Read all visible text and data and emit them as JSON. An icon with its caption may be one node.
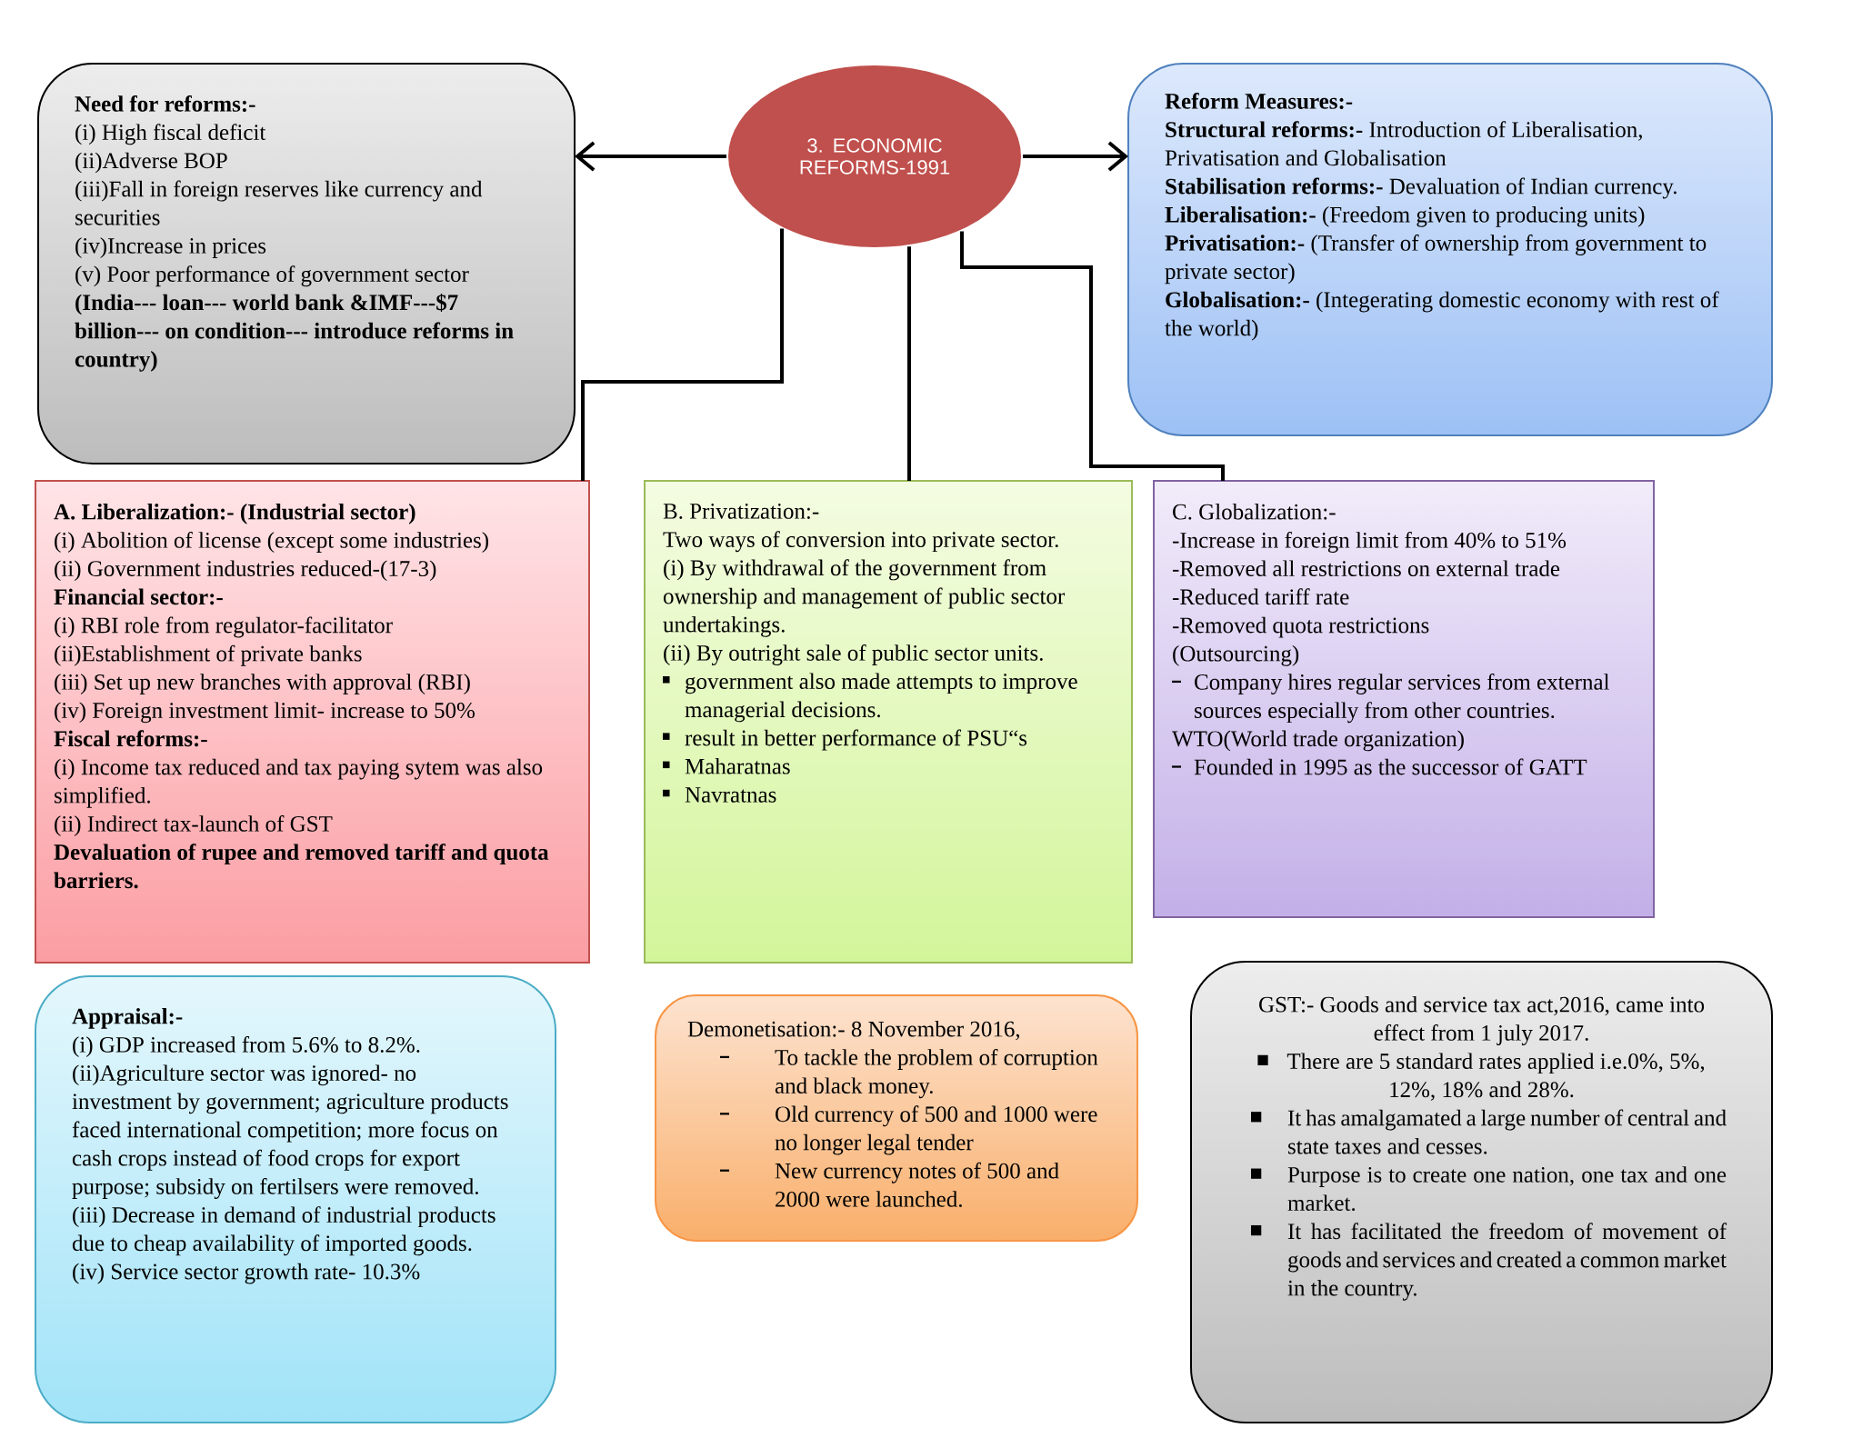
{
  "diagram": {
    "nodes": [
      {
        "text": [
          "Need for reforms:-",
          "(i) High fiscal deficit",
          "(ii)Adverse BOP",
          "(iii)Fall in foreign reserves like currency and securities",
          "(iv)Increase in prices",
          "(v) Poor performance of government sector",
          "(India--- loan--- world bank &IMF---$7 billion--- on condition--- introduce reforms in country)"
        ]
      },
      {
        "text": [
          "3. ECONOMIC REFORMS-1991"
        ]
      },
      {
        "text": [
          "Reform Measures:-",
          "**Structural reforms:-** Introduction of Liberalisation, Privatisation and Globalisation",
          "**Stabilisation reforms:-** Devaluation of Indian currency.",
          "**Liberalisation:-** (Freedom given to producing units) **Privatisation:-** (Transfer of ownership from government to private sector)",
          "**Globalisation:-** (Integerating domestic economy with rest of the world)"
        ]
      },
      {
        "text": [
          "A. Liberalization:- (Industrial sector)",
          "(i) Abolition of license (except some industries)",
          "(ii) Government industries reduced-(17-3)",
          "Financial sector:-",
          "(i) RBI role from regulator-facilitator",
          "(ii)Establishment of private banks",
          "(iii) Set up new branches with approval (RBI)",
          "(iv) Foreign investment limit- increase to 50%",
          "Fiscal reforms:-",
          "(i) Income tax reduced and tax paying sytem was also simplified.",
          "(ii) Indirect tax-launch of GST",
          "Devaluation of rupee and removed tariff and quota barriers."
        ]
      },
      {
        "text": [
          "B. Privatization:-",
          "Two ways of conversion into private sector.",
          "(i) By withdrawal of the government from ownership and management of public sector undertakings.",
          "(ii) By outright sale of public sector units.",
          "government also made attempts to improve managerial decisions.",
          "result in better performance of PSU“s",
          "Maharatnas",
          "Navratnas"
        ]
      },
      {
        "text": [
          "C. Globalization:-",
          "-Increase in foreign limit from 40% to 51%",
          "-Removed all restrictions on external trade",
          "-Reduced tariff rate",
          "-Removed quota restrictions",
          "(Outsourcing)",
          "Company hires regular services from external sources especially from other countries.",
          "WTO(World trade organization)",
          "Founded in 1995 as the successor of GATT"
        ]
      },
      {
        "text": [
          "Appraisal:-",
          "(i) GDP increased from 5.6% to 8.2%.",
          "(ii)Agriculture sector was ignored- no investment by government; agriculture products faced international competition; more focus on cash crops instead of food crops for export purpose; subsidy on fertilsers were removed.",
          "(iii) Decrease in demand of industrial products due to cheap availability of imported goods.",
          "(iv) Service sector growth rate- 10.3%"
        ]
      },
      {
        "text": [
          "Demonetisation:- 8 November 2016,",
          "To tackle the problem of corruption and black money.",
          "Old currency of 500 and 1000 were no longer legal tender",
          "New currency notes of 500 and 2000 were launched."
        ]
      },
      {
        "text": [
          "GST:- Goods and service tax act,2016, came into effect from 1 july 2017.",
          "There are 5 standard rates applied i.e.0%, 5%, 12%, 18% and 28%.",
          "It has amalgamated a large number of central and state taxes and cesses.",
          "Purpose is to create one nation, one tax and one market.",
          "It has facilitated the freedom of movement of goods and services and created a common market in the country."
        ]
      }
    ],
    "edges": [
      {
        "from": 1,
        "to": 0,
        "arrow": "to"
      },
      {
        "from": 1,
        "to": 2,
        "arrow": "to"
      },
      {
        "from": 1,
        "to": 3,
        "arrow": "none"
      },
      {
        "from": 1,
        "to": 4,
        "arrow": "none"
      },
      {
        "from": 1,
        "to": 5,
        "arrow": "none"
      }
    ]
  }
}
